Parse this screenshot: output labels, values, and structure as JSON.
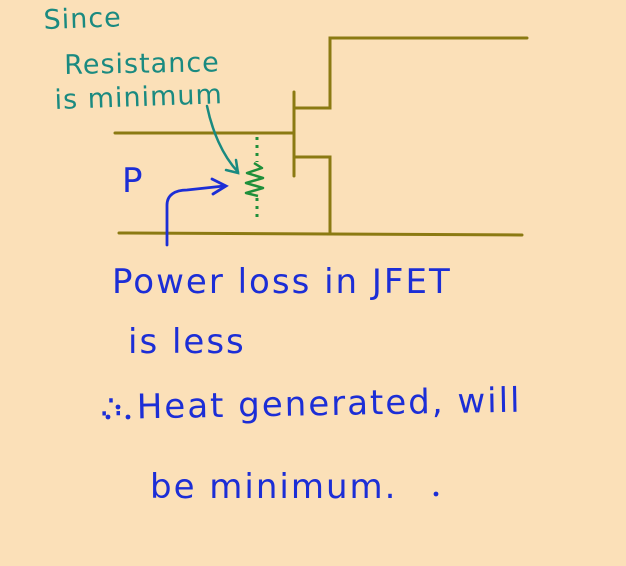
{
  "annotation": {
    "line1": "Since",
    "line2": "Resistance",
    "line3": "is minimum"
  },
  "region_label": "P",
  "conclusion": {
    "line1": "Power loss in JFET",
    "line2": "is less",
    "line3": "∴ Heat generated, will",
    "line4": "be minimum."
  },
  "colors": {
    "background": "#fbe0b8",
    "circuit": "#8b7a12",
    "annotation": "#1a8a80",
    "resistor": "#1f8f3a",
    "text": "#1c2ed6"
  }
}
